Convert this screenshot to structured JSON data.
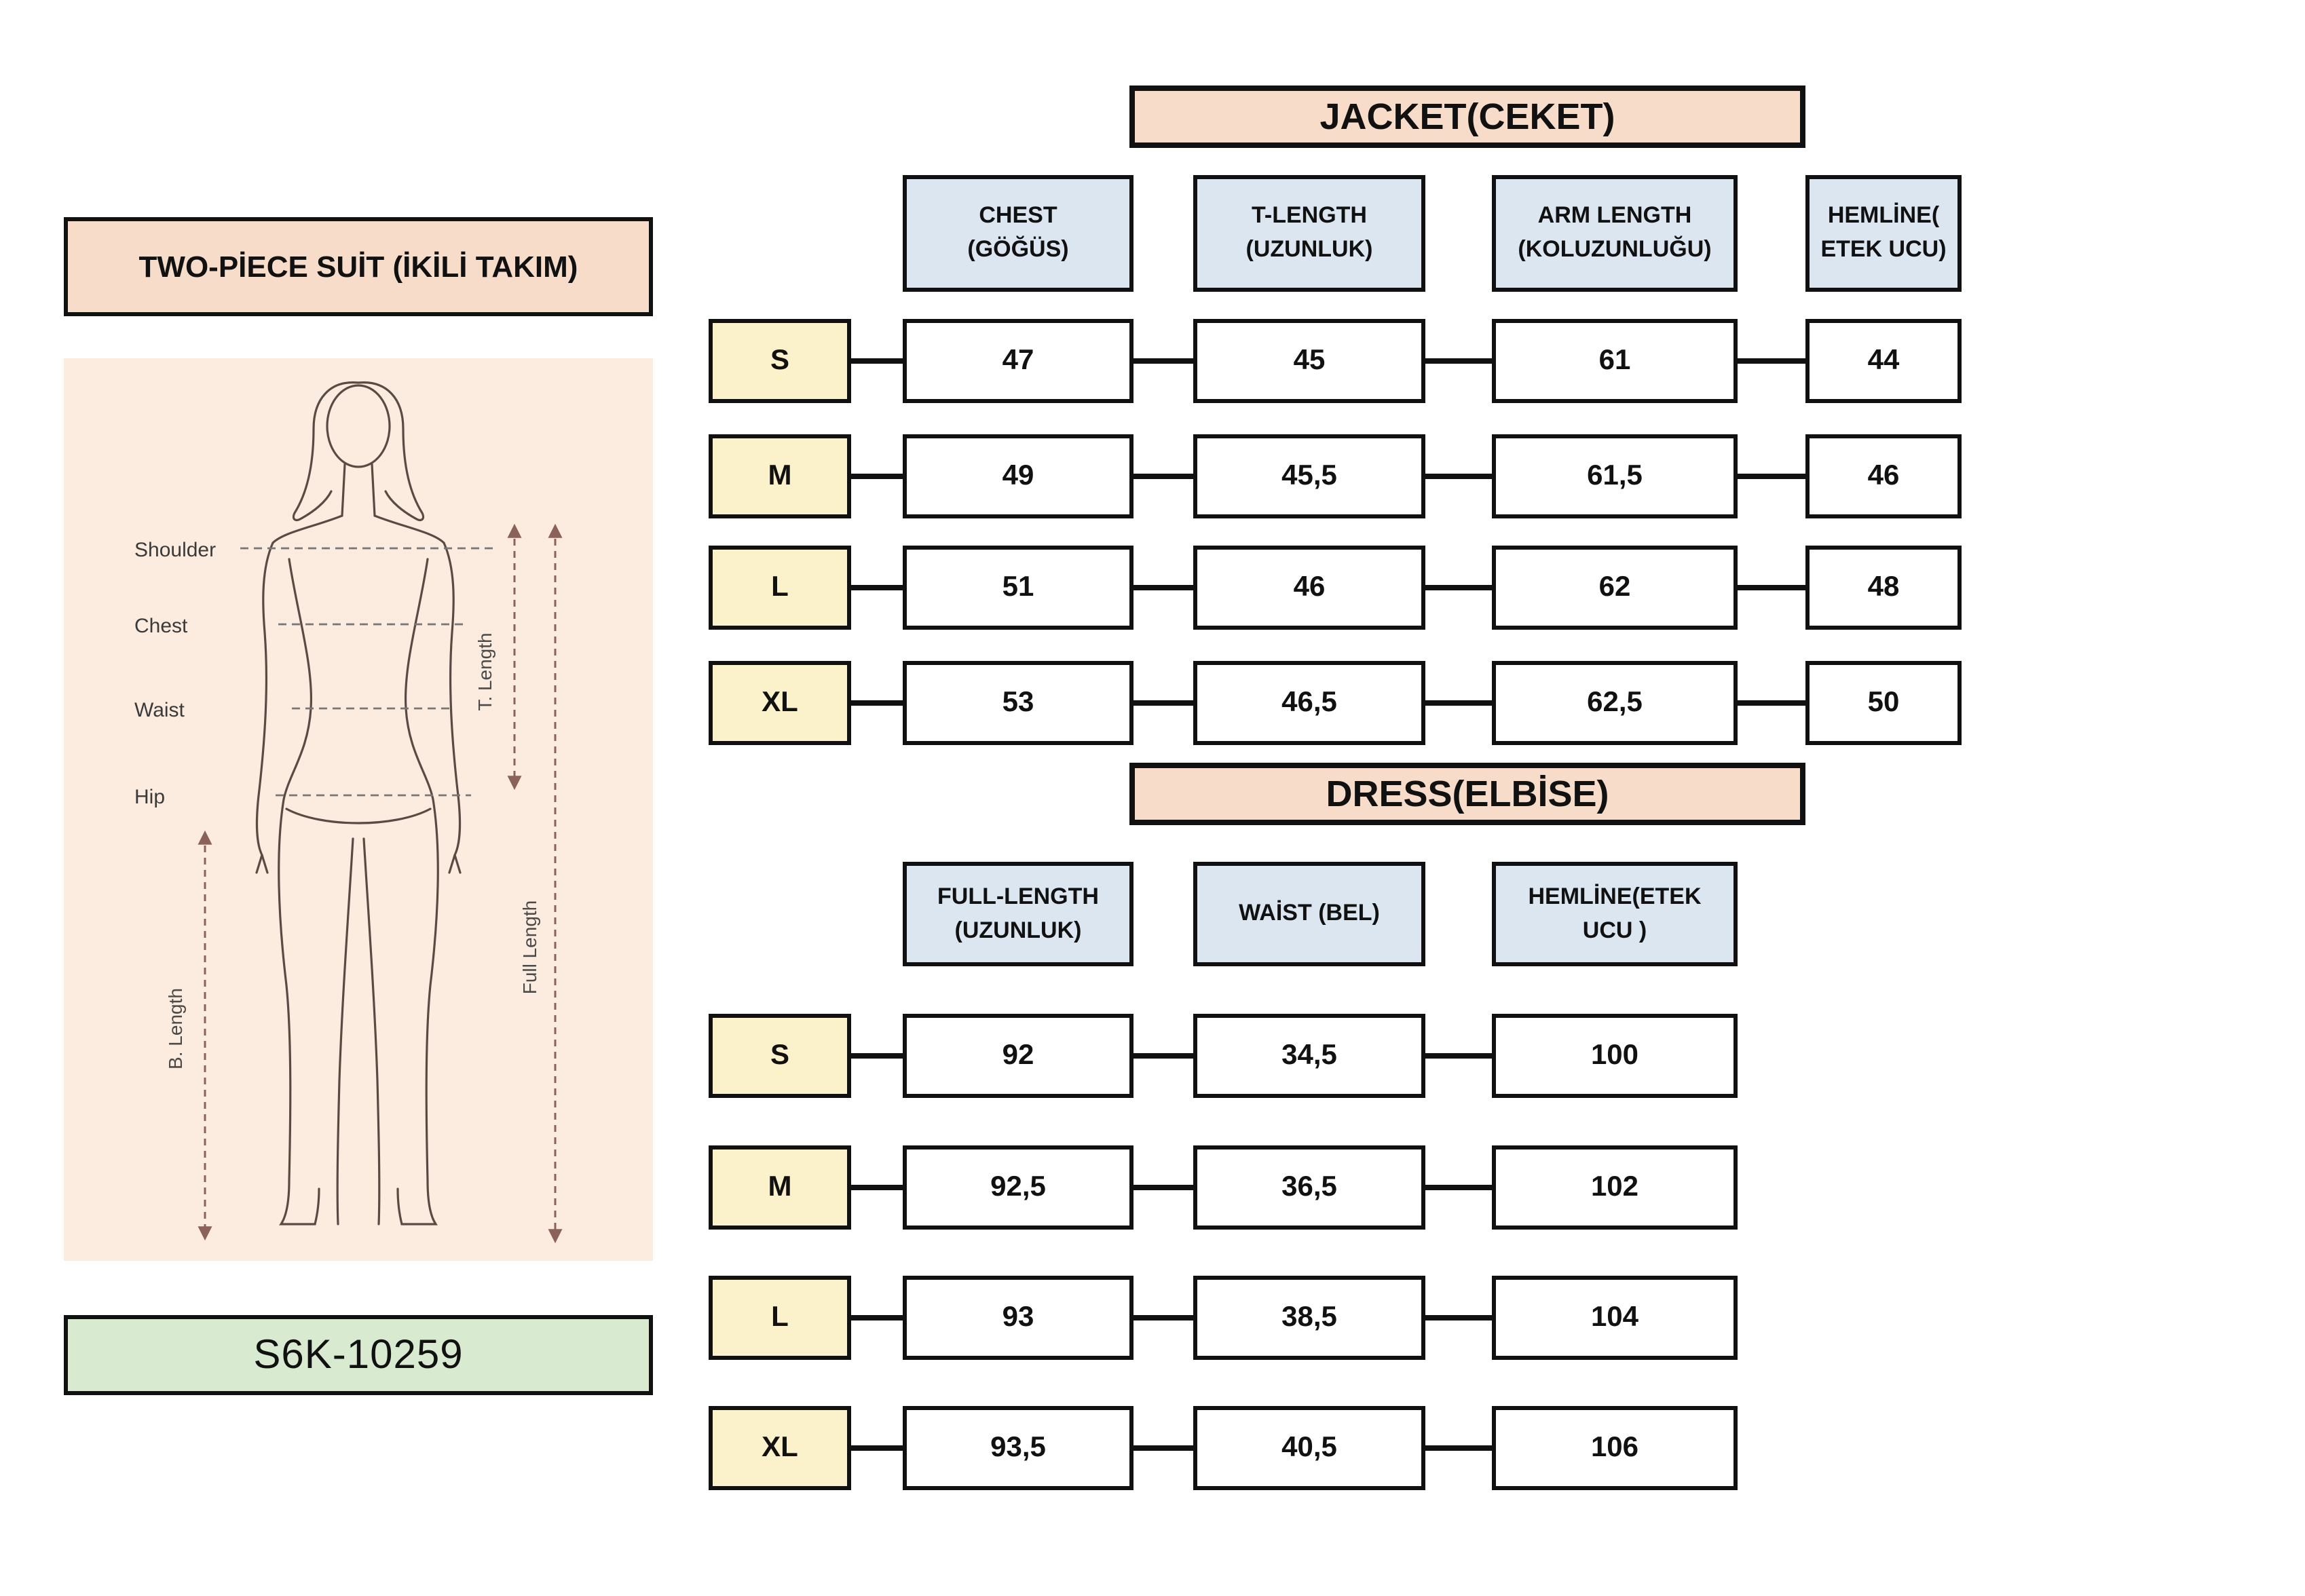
{
  "colors": {
    "peach": "#f6dcc9",
    "figure_bg": "#fcecdf",
    "green": "#d8eacf",
    "blue_header": "#dbe6f1",
    "yellow_size": "#fbf2cb",
    "border": "#111111",
    "arrow": "#8a625a"
  },
  "left_panel": {
    "title": "TWO-PİECE SUİT (İKİLİ TAKIM)",
    "product_code": "S6K-10259",
    "figure_labels": {
      "shoulder": "Shoulder",
      "chest": "Chest",
      "waist": "Waist",
      "hip": "Hip",
      "t_length": "T. Length",
      "full_length": "Full Length",
      "b_length": "B. Length"
    }
  },
  "jacket": {
    "title": "JACKET(CEKET)",
    "columns": [
      {
        "line1": "CHEST",
        "line2": "(GÖĞÜS)"
      },
      {
        "line1": "T-LENGTH",
        "line2": "(UZUNLUK)"
      },
      {
        "line1": "ARM LENGTH",
        "line2": "(KOLUZUNLUĞU)"
      },
      {
        "line1": "HEMLİNE(",
        "line2": "ETEK UCU)"
      }
    ],
    "rows": [
      {
        "size": "S",
        "values": [
          "47",
          "45",
          "61",
          "44"
        ]
      },
      {
        "size": "M",
        "values": [
          "49",
          "45,5",
          "61,5",
          "46"
        ]
      },
      {
        "size": "L",
        "values": [
          "51",
          "46",
          "62",
          "48"
        ]
      },
      {
        "size": "XL",
        "values": [
          "53",
          "46,5",
          "62,5",
          "50"
        ]
      }
    ]
  },
  "dress": {
    "title": "DRESS(ELBİSE)",
    "columns": [
      {
        "line1": "FULL-LENGTH",
        "line2": "(UZUNLUK)"
      },
      {
        "line1": "WAİST   (BEL)",
        "line2": ""
      },
      {
        "line1": "HEMLİNE(ETEK",
        "line2": "UCU )"
      }
    ],
    "rows": [
      {
        "size": "S",
        "values": [
          "92",
          "34,5",
          "100"
        ]
      },
      {
        "size": "M",
        "values": [
          "92,5",
          "36,5",
          "102"
        ]
      },
      {
        "size": "L",
        "values": [
          "93",
          "38,5",
          "104"
        ]
      },
      {
        "size": "XL",
        "values": [
          "93,5",
          "40,5",
          "106"
        ]
      }
    ]
  }
}
